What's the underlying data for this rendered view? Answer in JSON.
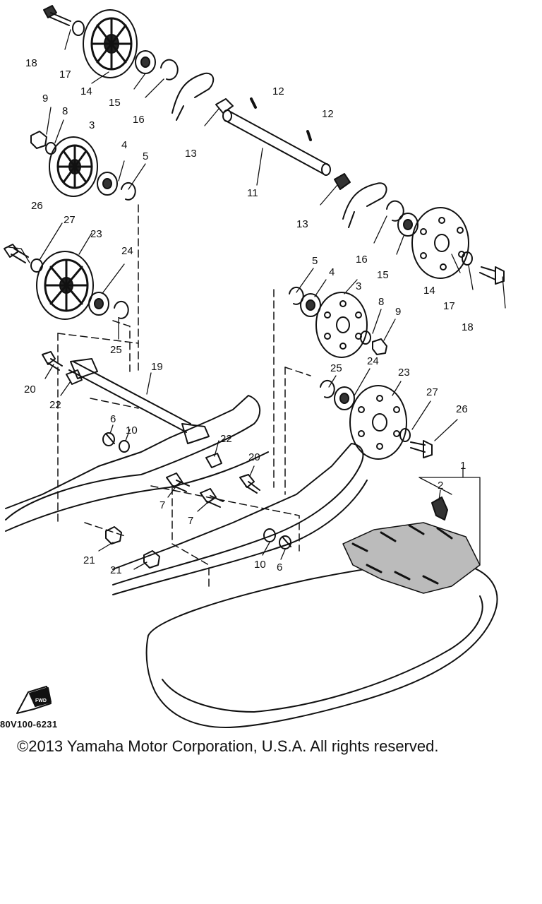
{
  "drawing_code": "80V100-6231",
  "copyright": "©2013 Yamaha Motor Corporation, U.S.A. All rights reserved.",
  "fwd_label": "FWD",
  "callouts": {
    "c18a": "18",
    "c17a": "17",
    "c14a": "14",
    "c15a": "15",
    "c16a": "16",
    "c9a": "9",
    "c8a": "8",
    "c3a": "3",
    "c4a": "4",
    "c5a": "5",
    "c12a": "12",
    "c12b": "12",
    "c13a": "13",
    "c11": "11",
    "c13b": "13",
    "c26a": "26",
    "c27a": "27",
    "c23a": "23",
    "c24a": "24",
    "c25a": "25",
    "c16b": "16",
    "c15b": "15",
    "c14b": "14",
    "c17b": "17",
    "c18b": "18",
    "c5b": "5",
    "c4b": "4",
    "c3b": "3",
    "c8b": "8",
    "c9b": "9",
    "c25b": "25",
    "c24b": "24",
    "c23b": "23",
    "c27b": "27",
    "c26b": "26",
    "c19": "19",
    "c20a": "20",
    "c22a": "22",
    "c6a": "6",
    "c10a": "10",
    "c22b": "22",
    "c20b": "20",
    "c7a": "7",
    "c7b": "7",
    "c2": "2",
    "c1": "1",
    "c21a": "21",
    "c21b": "21",
    "c10b": "10",
    "c6b": "6"
  }
}
